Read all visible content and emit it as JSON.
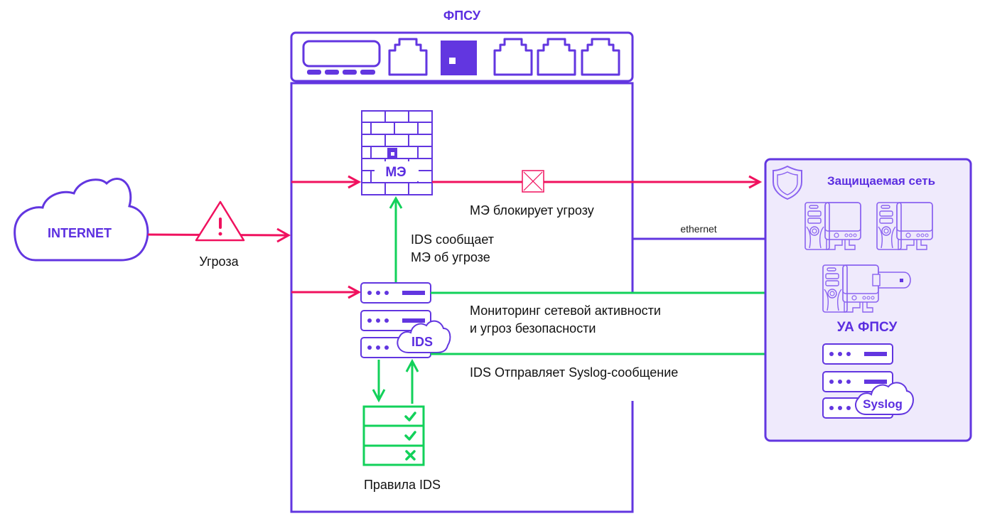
{
  "title": "ФПСУ",
  "colors": {
    "purple": "#6236e0",
    "threat_red": "#f0115e",
    "ids_green": "#12d15a",
    "protected_bg": "#efeafc"
  },
  "internet": {
    "label": "INTERNET",
    "icon": "cloud-icon"
  },
  "threat": {
    "label": "Угроза",
    "icon": "warning-triangle-icon"
  },
  "fpsu_device": {
    "icon_ports": [
      "display-panel",
      "ethernet-port",
      "power-indicator",
      "ethernet-port",
      "ethernet-port",
      "ethernet-port"
    ]
  },
  "firewall": {
    "label": "МЭ",
    "icon": "brick-wall-icon"
  },
  "blocked": {
    "label": "МЭ блокирует угрозу",
    "icon": "blocked-x-icon"
  },
  "ids_notify": {
    "line1": "IDS сообщает",
    "line2": "МЭ об угрозе"
  },
  "ids": {
    "label": "IDS",
    "icon": "server-stack-icon"
  },
  "monitoring": {
    "line1": "Мониторинг сетевой активности",
    "line2": "и угроз безопасности"
  },
  "syslog_send": {
    "label": "IDS Отправляет Syslog-сообщение"
  },
  "ids_rules": {
    "label": "Правила IDS",
    "rows": [
      "allow",
      "allow",
      "deny"
    ]
  },
  "link": {
    "label": "ethernet"
  },
  "protected_network": {
    "title": "Защищаемая сеть",
    "icon": "shield-icon",
    "workstations": 2,
    "ua_label": "УА ФПСУ",
    "syslog_label": "Syslog"
  }
}
